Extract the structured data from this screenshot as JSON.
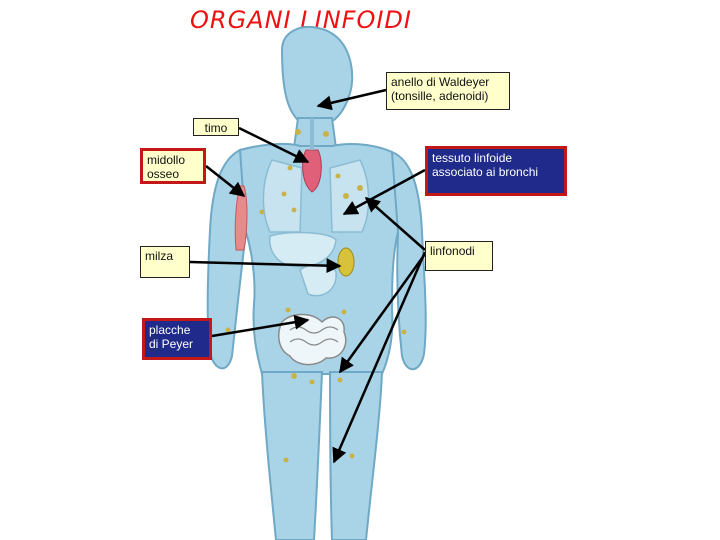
{
  "title": "ORGANI LINFOIDI",
  "labels": {
    "waldeyer": "anello di Waldeyer\n(tonsille, adenoidi)",
    "timo": "timo",
    "midollo": "midollo\nosseo",
    "tessuto": "tessuto linfoide\nassociato ai bronchi",
    "milza": "milza",
    "linfonodi": "linfonodi",
    "placche": "placche\ndi Peyer"
  },
  "colors": {
    "title": "#ee1111",
    "body_fill": "#a9d3e6",
    "body_stroke": "#6fa9c5",
    "timo": "#e0607a",
    "bone_marrow": "#e78a8a",
    "lymph_node": "#c9b24a",
    "spleen": "#d8c23a",
    "callout_blue": "#1f2a8a",
    "callout_border": "#c41818"
  }
}
